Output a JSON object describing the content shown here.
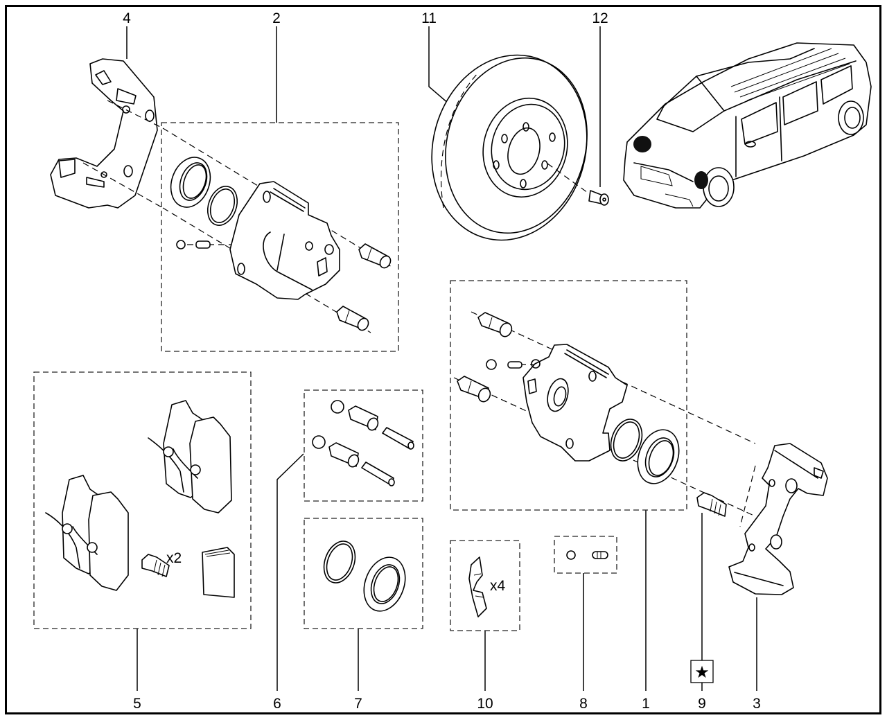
{
  "diagram": {
    "title": "Front brake caliper exploded parts diagram",
    "callouts": [
      {
        "id": "1",
        "label": "1",
        "part": "caliper-assembly-right"
      },
      {
        "id": "2",
        "label": "2",
        "part": "caliper-assembly-left"
      },
      {
        "id": "3",
        "label": "3",
        "part": "caliper-bracket-right"
      },
      {
        "id": "4",
        "label": "4",
        "part": "caliper-bracket-left"
      },
      {
        "id": "5",
        "label": "5",
        "part": "brake-pad-kit"
      },
      {
        "id": "6",
        "label": "6",
        "part": "guide-pin-kit"
      },
      {
        "id": "7",
        "label": "7",
        "part": "piston-seal-kit"
      },
      {
        "id": "8",
        "label": "8",
        "part": "bleeder-screw-kit"
      },
      {
        "id": "9",
        "label": "9",
        "part": "bracket-bolt"
      },
      {
        "id": "10",
        "label": "10",
        "part": "pad-retaining-clip"
      },
      {
        "id": "11",
        "label": "11",
        "part": "brake-disc"
      },
      {
        "id": "12",
        "label": "12",
        "part": "disc-retaining-screw"
      }
    ],
    "quantities": {
      "pad_kit_bolts": "x2",
      "clips": "x4"
    },
    "symbols": {
      "bolt_note": "★"
    }
  }
}
